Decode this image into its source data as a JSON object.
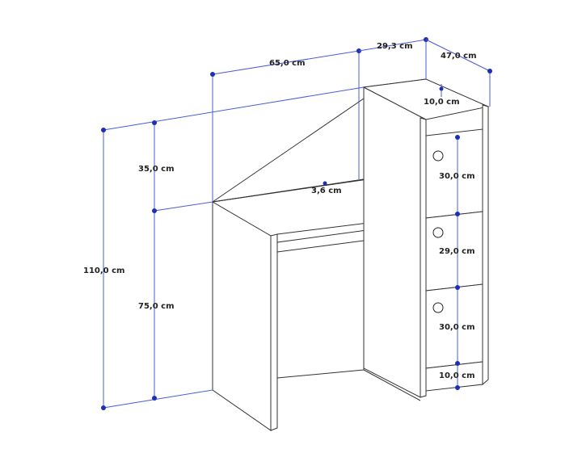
{
  "diagram": {
    "dimensions": {
      "total_height": "110,0 cm",
      "upper_height": "35,0 cm",
      "desk_height": "75,0 cm",
      "desk_width": "65,0 cm",
      "cabinet_width": "29,3 cm",
      "depth": "47,0 cm",
      "top_shelf": "10,0 cm",
      "back_lip": "3,6 cm",
      "drawer_1": "30,0 cm",
      "drawer_2": "29,0 cm",
      "drawer_3": "30,0 cm",
      "plinth": "10,0 cm"
    },
    "colors": {
      "dimension": "#1d2fb8",
      "line": "#333333"
    }
  }
}
